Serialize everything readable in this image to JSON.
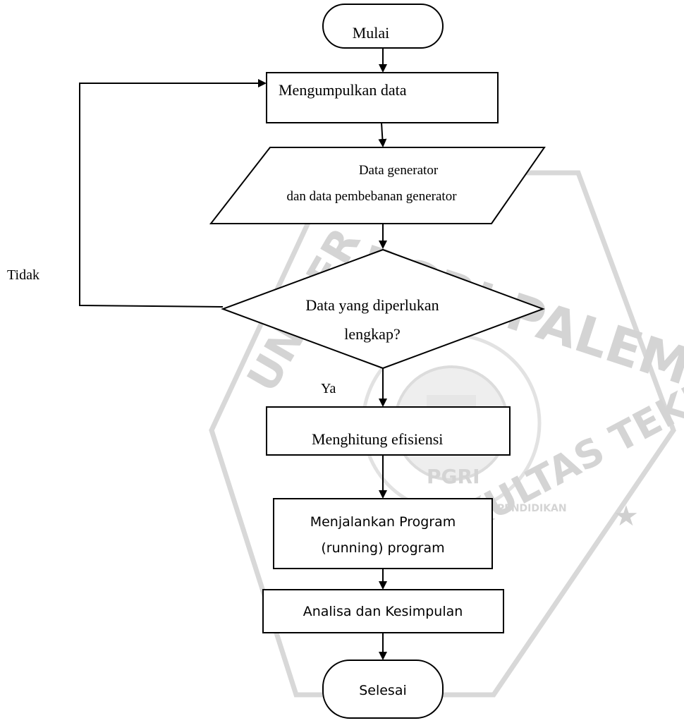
{
  "watermark": {
    "top_text": "PGRI PALEMBANG",
    "bottom_text": "FAKULTAS TEKNIK",
    "left_text": "UNIVER",
    "center_badge": "PGRI",
    "ribbon_text": "PENDIDIKAN",
    "color": "#d4d4d4"
  },
  "nodes": {
    "start": "Mulai",
    "collect": "Mengumpulkan data",
    "input_line1": "Data generator",
    "input_line2": "dan data pembebanan generator",
    "decision_line1": "Data yang diperlukan",
    "decision_line2": "lengkap?",
    "efficiency": "Menghitung efisiensi",
    "run_line1": "Menjalankan Program",
    "run_line2": "(running) program",
    "analysis": "Analisa dan Kesimpulan",
    "end": "Selesai"
  },
  "labels": {
    "no": "Tidak",
    "yes": "Ya"
  }
}
